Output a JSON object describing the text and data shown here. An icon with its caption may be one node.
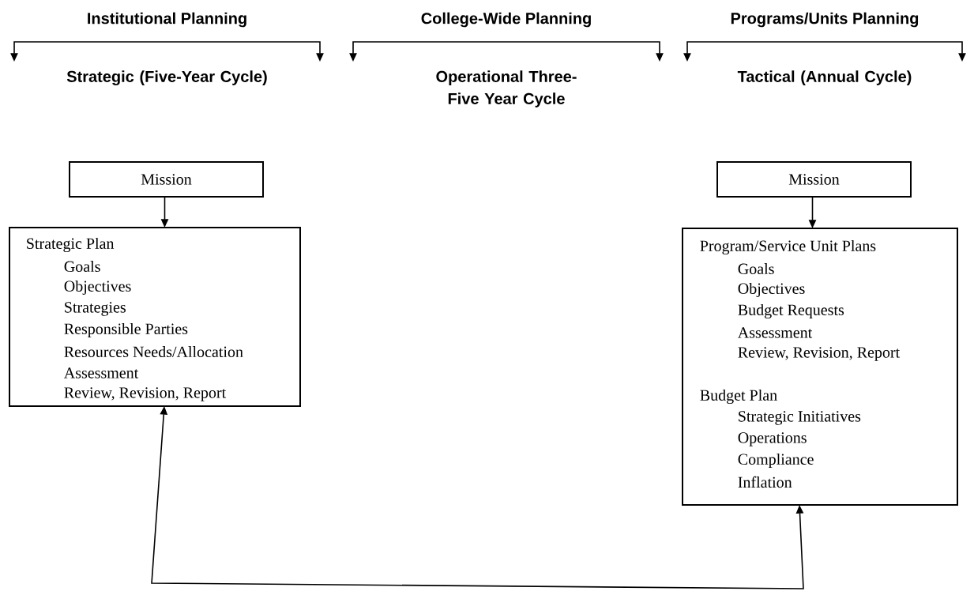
{
  "diagram": {
    "nodes": [
      {
        "text": [
          "Mission"
        ]
      },
      {
        "text": [
          "Strategic Plan",
          "Goals",
          "Objectives",
          "Strategies",
          "Responsible Parties",
          "Resources Needs/Allocation",
          "Assessment",
          "Review, Revision, Report"
        ]
      },
      {
        "text": [
          "Mission"
        ]
      },
      {
        "text": [
          "Program/Service Unit Plans",
          "Goals",
          "Objectives",
          "Budget Requests",
          "Assessment",
          "Review, Revision, Report",
          "Budget Plan",
          "Strategic Initiatives",
          "Operations",
          "Compliance",
          "Inflation"
        ]
      }
    ],
    "edges": [
      {
        "from": 0,
        "to": 1,
        "arrow": "to"
      },
      {
        "from": 2,
        "to": 3,
        "arrow": "to"
      },
      {
        "from": 1,
        "to": 3,
        "arrow": "both"
      }
    ],
    "labels": [
      "Institutional Planning",
      "College-Wide Planning",
      "Programs/Units Planning",
      "Strategic (Five-Year Cycle)",
      "Operational Three-Five Year Cycle",
      "Tactical (Annual Cycle)"
    ]
  }
}
